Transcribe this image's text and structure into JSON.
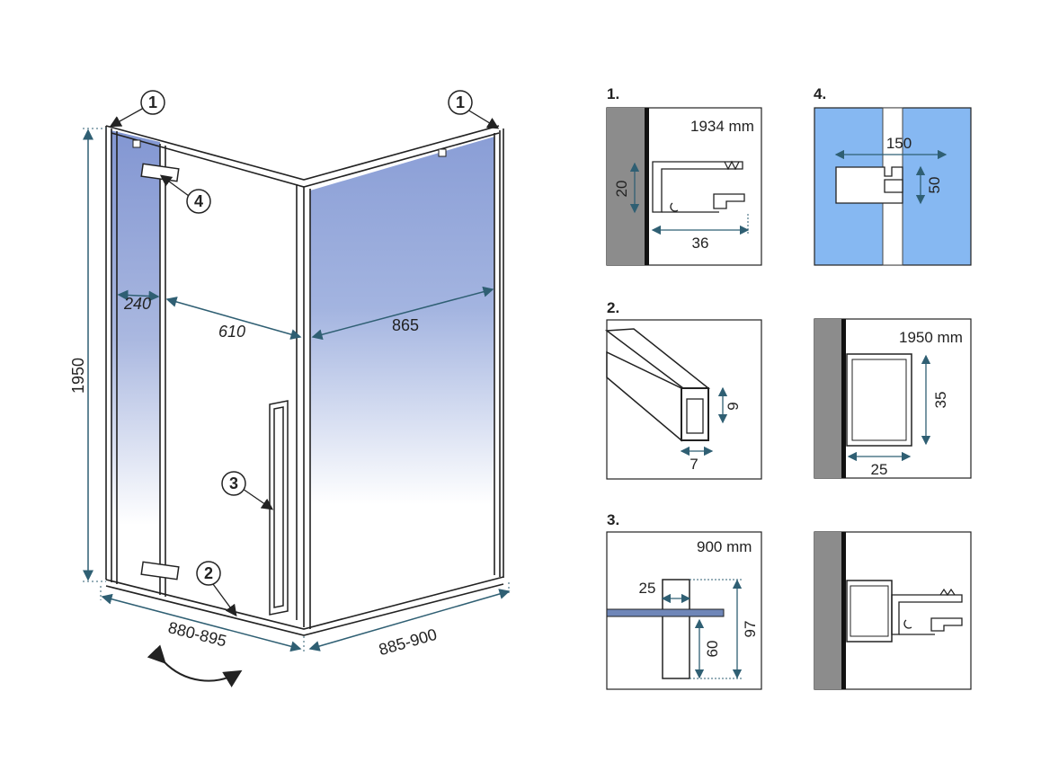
{
  "main_view": {
    "dim_height": "1950",
    "dim_left_panel": "240",
    "dim_door": "610",
    "dim_side": "865",
    "dim_bottom_left": "880-895",
    "dim_bottom_right": "885-900",
    "callouts": [
      "1",
      "1",
      "2",
      "3",
      "4"
    ]
  },
  "details": {
    "d1": {
      "label": "1.",
      "length": "1934 mm",
      "dim_v": "20",
      "dim_h": "36"
    },
    "d2": {
      "label": "2.",
      "dim_v": "9",
      "dim_h": "7"
    },
    "d3": {
      "label": "3.",
      "length": "900 mm",
      "dim_top": "25",
      "dim_mid": "60",
      "dim_full": "97"
    },
    "d4": {
      "label": "4.",
      "dim_w": "150",
      "dim_h": "50"
    },
    "d5": {
      "length": "1950 mm",
      "dim_v": "35",
      "dim_h": "25"
    }
  },
  "colors": {
    "line": "#222222",
    "dim": "#2f5f73",
    "glass": "#8ca2d8",
    "wall": "#8c8c8c",
    "detail_blue": "#86b8f2"
  }
}
